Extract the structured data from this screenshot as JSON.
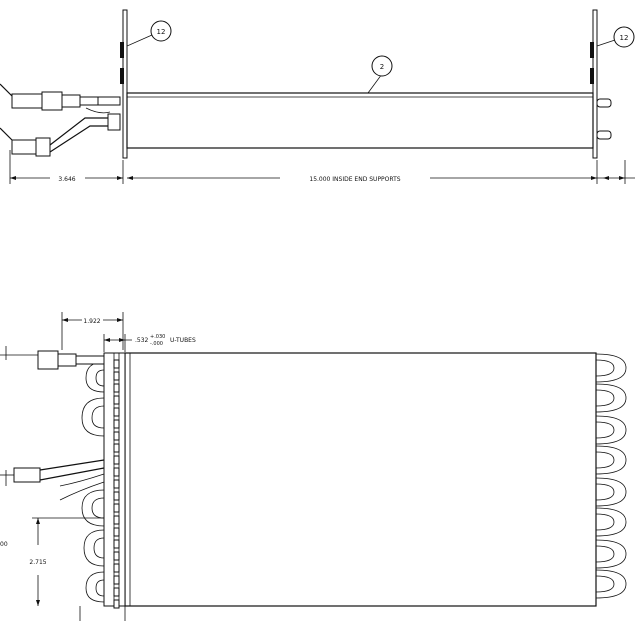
{
  "balloons": {
    "left_support": "12",
    "right_support": "12",
    "coil_body": "2"
  },
  "dimensions": {
    "fitting_offset": "3.646",
    "inside_end_supports": "15.000 INSIDE END SUPPORTS",
    "fitting_spacing": "1.922",
    "utube_tolerance": {
      "nominal": ".532",
      "plus": "+.030",
      "minus": "-.000",
      "label": "U-TUBES"
    },
    "lower_height": "2.715",
    "clipped_left": "00"
  }
}
